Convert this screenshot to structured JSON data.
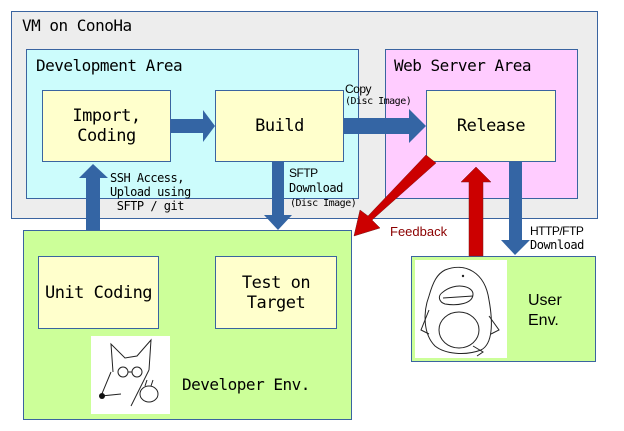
{
  "diagram": {
    "containers": {
      "vm": "VM on ConoHa",
      "development_area": "Development Area",
      "web_server_area": "Web Server Area",
      "developer_env": "Developer Env.",
      "user_env": "User\nEnv."
    },
    "nodes": {
      "import_coding": "Import,\nCoding",
      "build": "Build",
      "release": "Release",
      "unit_coding": "Unit Coding",
      "test_on_target": "Test on\nTarget"
    },
    "edges": {
      "copy": {
        "line1": "Copy",
        "line2": "(Disc Image)"
      },
      "ssh": {
        "line1": "SSH Access,",
        "line2": "Upload using",
        "line3": " SFTP / git"
      },
      "sftp_download": {
        "line1": "SFTP",
        "line2": "Download",
        "line3": "(Disc Image)"
      },
      "feedback": "Feedback",
      "http_ftp": {
        "line1": "HTTP/FTP",
        "line2": "Download"
      }
    },
    "illustrations": {
      "developer": "fox-developer-illustration",
      "user": "penguin-user-illustration"
    },
    "colors": {
      "vm_bg": "#ededed",
      "dev_area_bg": "#ccfcfc",
      "web_area_bg": "#ffccff",
      "env_bg": "#ccff99",
      "node_bg": "#ffffcc",
      "blue_arrow": "#3465a4",
      "red_arrow": "#cc0000",
      "feedback_text": "#8b0000"
    }
  }
}
